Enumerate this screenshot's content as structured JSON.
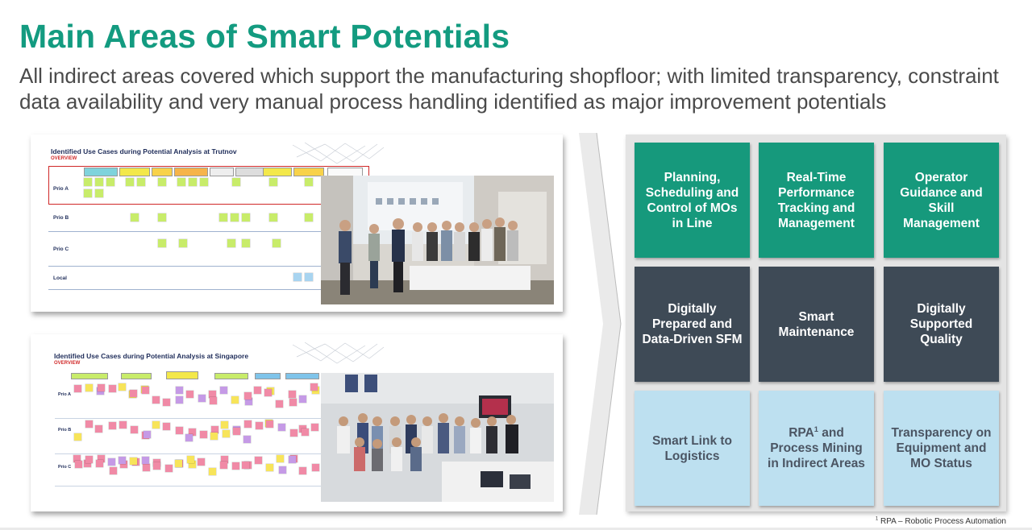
{
  "slide": {
    "title": "Main Areas of Smart Potentials",
    "subtitle": "All indirect areas covered which support the manufacturing shopfloor; with limited transparency, constraint data availability and very manual process handling identified as major improvement potentials"
  },
  "cards": [
    {
      "heading": "Identified Use Cases during Potential Analysis at Trutnov",
      "overview": "OVERVIEW",
      "rows": [
        "Prio A",
        "Prio B",
        "Prio C",
        "Local"
      ]
    },
    {
      "heading": "Identified Use Cases during Potential Analysis at Singapore",
      "overview": "OVERVIEW",
      "rows": [
        "Prio A",
        "Prio B",
        "Prio C"
      ]
    }
  ],
  "tiles": [
    {
      "label": "Planning, Scheduling and Control of MOs in Line",
      "style": "green"
    },
    {
      "label": "Real-Time Performance Tracking and Management",
      "style": "green"
    },
    {
      "label": "Operator Guidance and Skill Management",
      "style": "green"
    },
    {
      "label": "Digitally Prepared and Data-Driven SFM",
      "style": "dark"
    },
    {
      "label": "Smart Maintenance",
      "style": "dark"
    },
    {
      "label": "Digitally Supported Quality",
      "style": "dark"
    },
    {
      "label": "Smart Link to Logistics",
      "style": "light"
    },
    {
      "label_pre": "RPA",
      "label_sup": "1",
      "label_post": " and Process Mining in Indirect Areas",
      "style": "light"
    },
    {
      "label": "Transparency on Equipment and MO Status",
      "style": "light"
    }
  ],
  "footnote": {
    "marker": "1",
    "text": " RPA – Robotic Process Automation"
  },
  "colors": {
    "accent_green": "#16997c",
    "dark_tile": "#3e4a56",
    "light_tile": "#bde0f0",
    "title": "#139b80"
  }
}
